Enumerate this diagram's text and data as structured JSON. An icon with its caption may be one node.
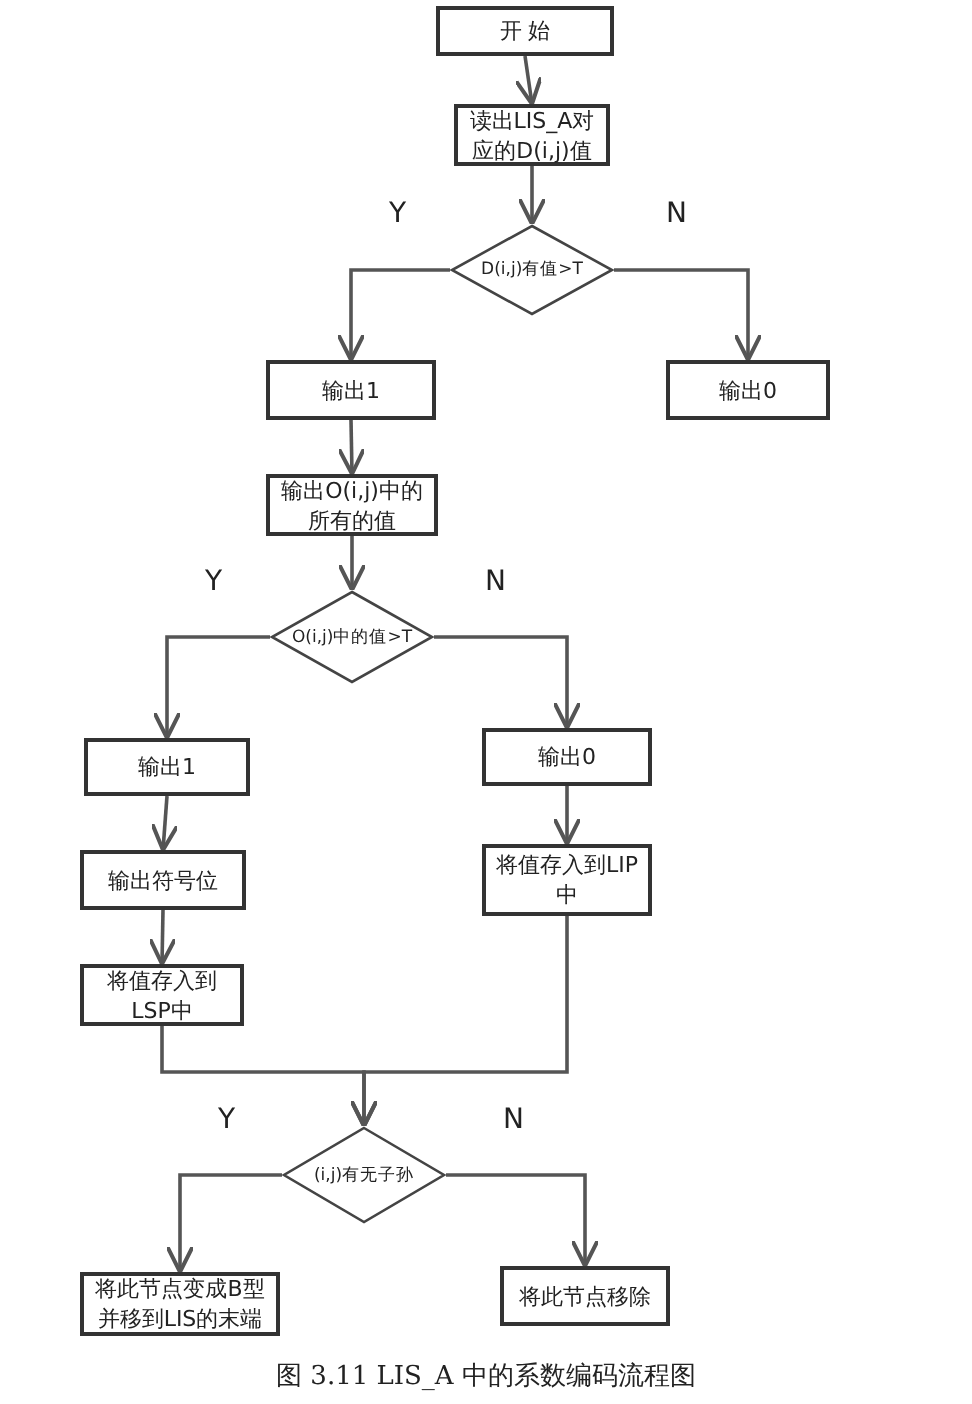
{
  "diagram": {
    "caption": "图 3.11 LIS_A 中的系数编码流程图",
    "nodes": [
      {
        "text": [
          "开  始"
        ]
      },
      {
        "text": [
          "读出LIS_A对应的D(i,j)值"
        ]
      },
      {
        "text": [
          "D(i,j)有值>T"
        ]
      },
      {
        "text": [
          "输出1"
        ]
      },
      {
        "text": [
          "输出0"
        ]
      },
      {
        "text": [
          "输出O(i,j)中的所有的值"
        ]
      },
      {
        "text": [
          "O(i,j)中的值>T"
        ]
      },
      {
        "text": [
          "输出1"
        ]
      },
      {
        "text": [
          "输出0"
        ]
      },
      {
        "text": [
          "输出符号位"
        ]
      },
      {
        "text": [
          "将值存入到LIP中"
        ]
      },
      {
        "text": [
          "将值存入到LSP中"
        ]
      },
      {
        "text": [
          "(i,j)有无子孙"
        ]
      },
      {
        "text": [
          "将此节点变成B型并移到LIS的末端"
        ]
      },
      {
        "text": [
          "将此节点移除"
        ]
      }
    ],
    "edges": [
      {
        "from": 0,
        "to": 1,
        "arrow": "to"
      },
      {
        "from": 1,
        "to": 2,
        "arrow": "to"
      },
      {
        "from": 2,
        "to": 3,
        "arrow": "to",
        "label": "Y"
      },
      {
        "from": 2,
        "to": 4,
        "arrow": "to",
        "label": "N"
      },
      {
        "from": 3,
        "to": 5,
        "arrow": "to"
      },
      {
        "from": 5,
        "to": 6,
        "arrow": "to"
      },
      {
        "from": 6,
        "to": 7,
        "arrow": "to",
        "label": "Y"
      },
      {
        "from": 6,
        "to": 8,
        "arrow": "to",
        "label": "N"
      },
      {
        "from": 7,
        "to": 9,
        "arrow": "to"
      },
      {
        "from": 8,
        "to": 10,
        "arrow": "to"
      },
      {
        "from": 9,
        "to": 11,
        "arrow": "to"
      },
      {
        "from": 11,
        "to": 12,
        "arrow": "to"
      },
      {
        "from": 10,
        "to": 12,
        "arrow": "to"
      },
      {
        "from": 12,
        "to": 13,
        "arrow": "to",
        "label": "Y"
      },
      {
        "from": 12,
        "to": 14,
        "arrow": "to",
        "label": "N"
      }
    ]
  }
}
